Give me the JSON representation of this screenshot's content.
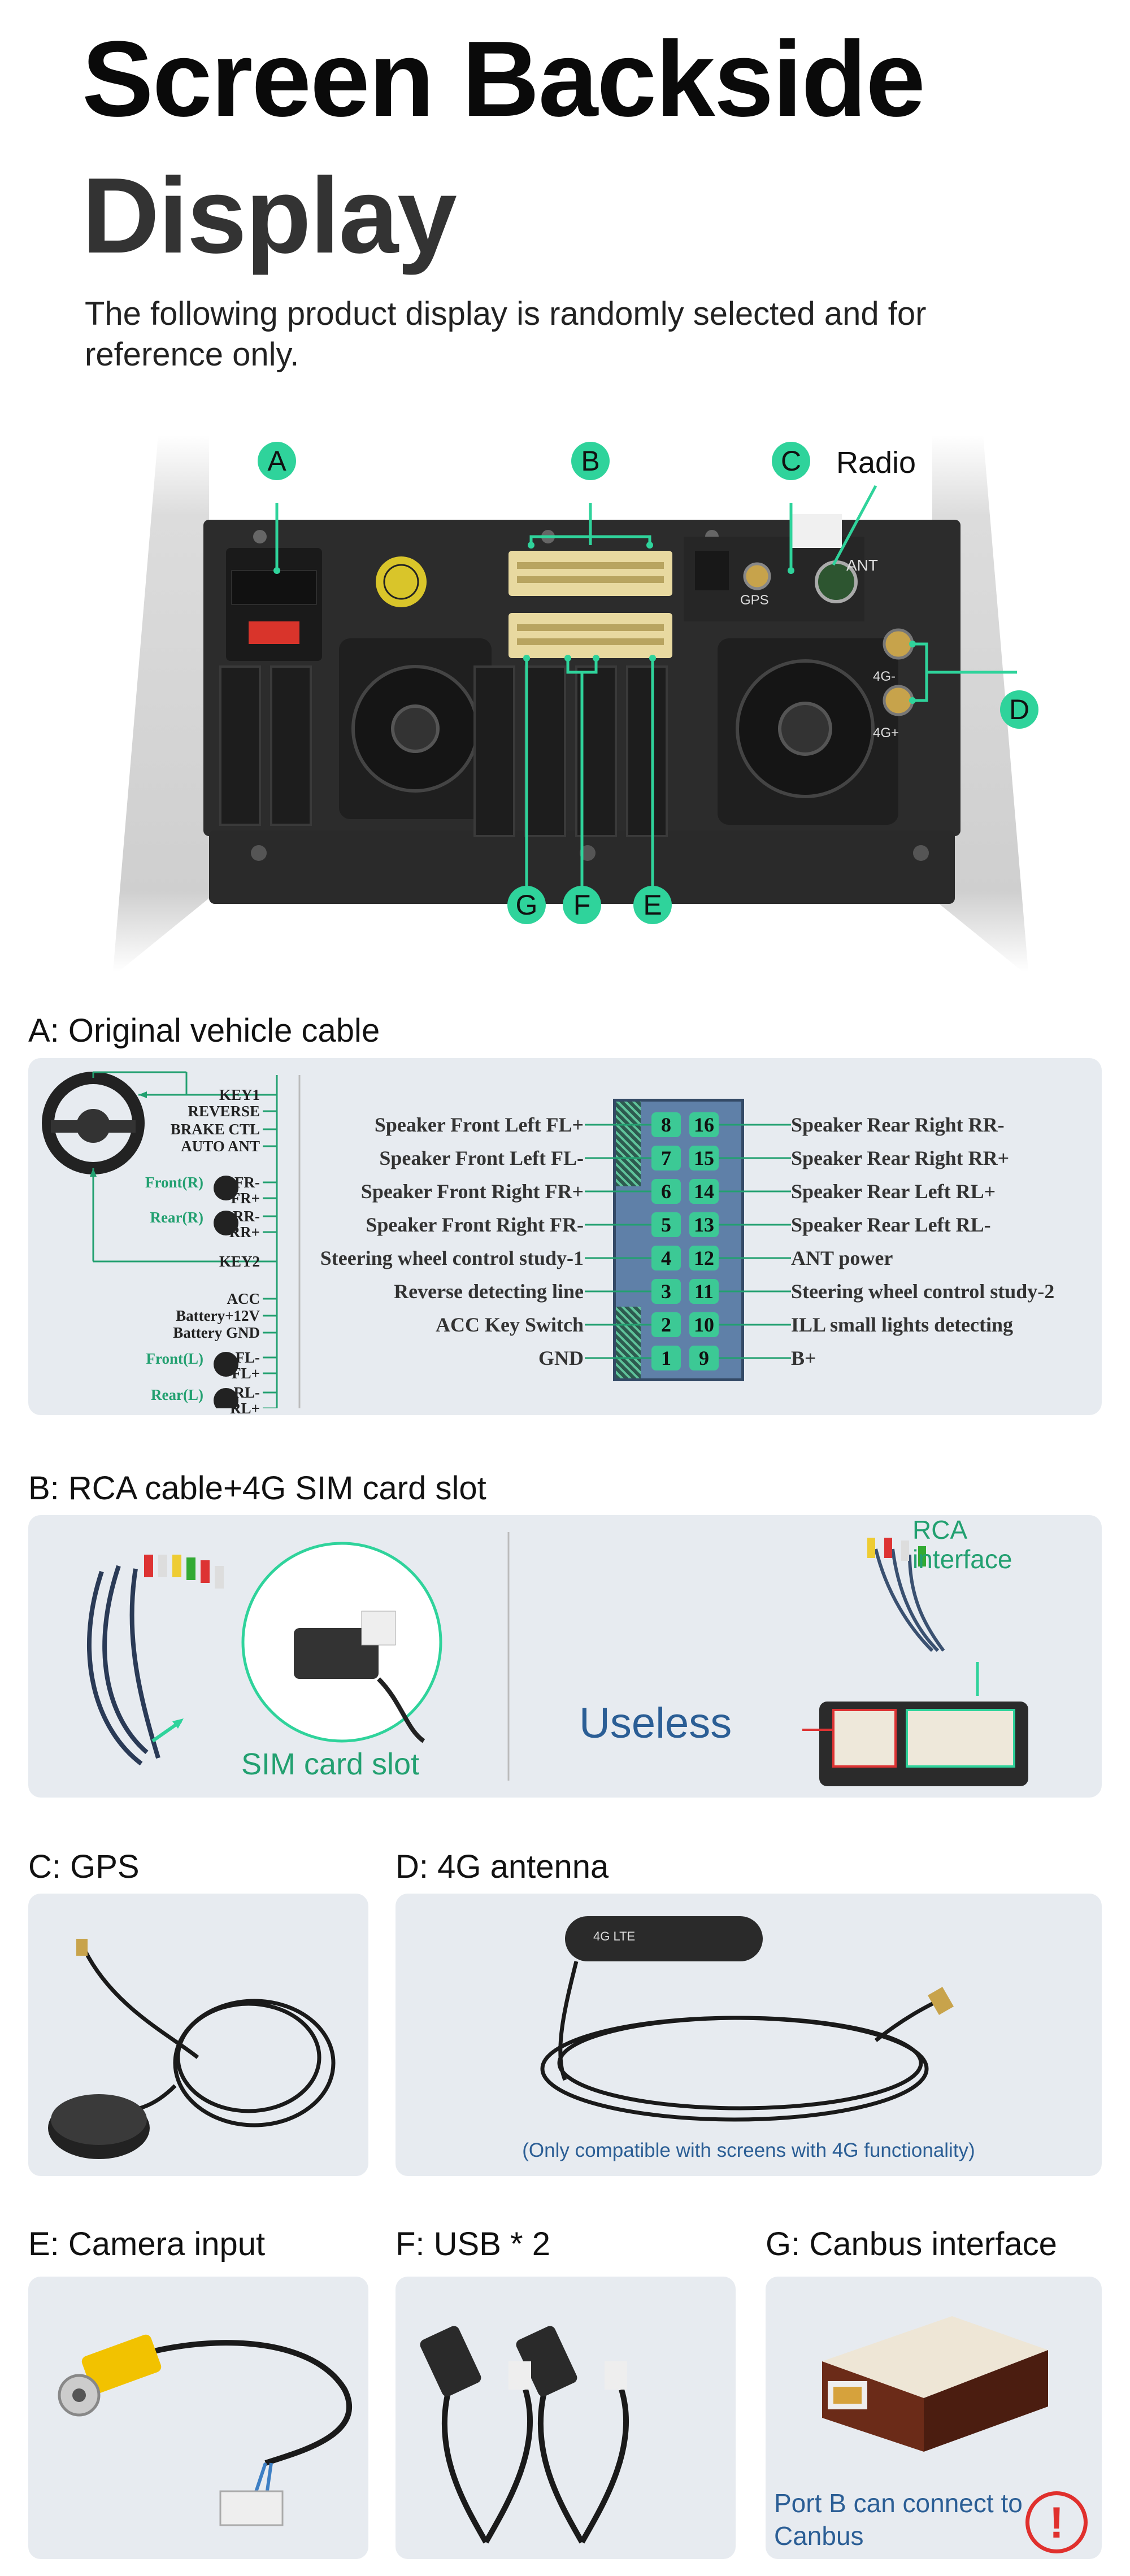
{
  "page": {
    "title_line1": "Screen Backside",
    "title_line2": "Display",
    "intro": "The following product display is randomly selected and for reference only."
  },
  "hero": {
    "badges": [
      "A",
      "B",
      "C",
      "D",
      "E",
      "F",
      "G"
    ],
    "radio_label": "Radio",
    "ant_label": "ANT",
    "gps_label": "GPS",
    "port_4g_minus": "4G-",
    "port_4g_plus": "4G+"
  },
  "section_a": {
    "title": "A: Original vehicle cable",
    "wheel_labels": [
      "KEY1",
      "REVERSE",
      "BRAKE CTL",
      "AUTO ANT"
    ],
    "front_r": "Front(R)",
    "front_r_pins": [
      "FR-",
      "FR+"
    ],
    "rear_r": "Rear(R)",
    "rear_r_pins": [
      "RR-",
      "RR+"
    ],
    "key2": "KEY2",
    "power_labels": [
      "ACC",
      "Battery+12V",
      "Battery GND"
    ],
    "front_l": "Front(L)",
    "front_l_pins": [
      "FL-",
      "FL+"
    ],
    "rear_l": "Rear(L)",
    "rear_l_pins": [
      "RL-",
      "RL+"
    ],
    "pin_rows": [
      {
        "left": "Speaker Front Left FL+",
        "a": "8",
        "b": "16",
        "right": "Speaker Rear Right RR-"
      },
      {
        "left": "Speaker Front Left FL-",
        "a": "7",
        "b": "15",
        "right": "Speaker Rear Right RR+"
      },
      {
        "left": "Speaker Front Right FR+",
        "a": "6",
        "b": "14",
        "right": "Speaker Rear Left RL+"
      },
      {
        "left": "Speaker Front Right FR-",
        "a": "5",
        "b": "13",
        "right": "Speaker Rear Left RL-"
      },
      {
        "left": "Steering wheel control study-1",
        "a": "4",
        "b": "12",
        "right": "ANT power"
      },
      {
        "left": "Reverse detecting line",
        "a": "3",
        "b": "11",
        "right": "Steering wheel control study-2"
      },
      {
        "left": "ACC Key Switch",
        "a": "2",
        "b": "10",
        "right": "ILL small lights detecting"
      },
      {
        "left": "GND",
        "a": "1",
        "b": "9",
        "right": "B+"
      }
    ]
  },
  "section_b": {
    "title": "B: RCA cable+4G SIM card slot",
    "sim_label": "SIM card slot",
    "rca_label": "RCA interface",
    "useless_label": "Useless"
  },
  "section_c": {
    "title": "C: GPS"
  },
  "section_d": {
    "title": "D: 4G antenna",
    "note": "(Only compatible with screens with 4G functionality)",
    "antenna_text": "4G LTE"
  },
  "section_e": {
    "title": "E: Camera input"
  },
  "section_f": {
    "title": "F: USB * 2"
  },
  "section_g": {
    "title": "G: Canbus interface",
    "note": "Port B can connect to Canbus",
    "warn_symbol": "!"
  },
  "colors": {
    "accent_green": "#2fd39b",
    "label_green": "#22a070",
    "card_bg": "#e7ebf0",
    "useless_blue": "#2b5e95",
    "warn_red": "#e0302d"
  }
}
